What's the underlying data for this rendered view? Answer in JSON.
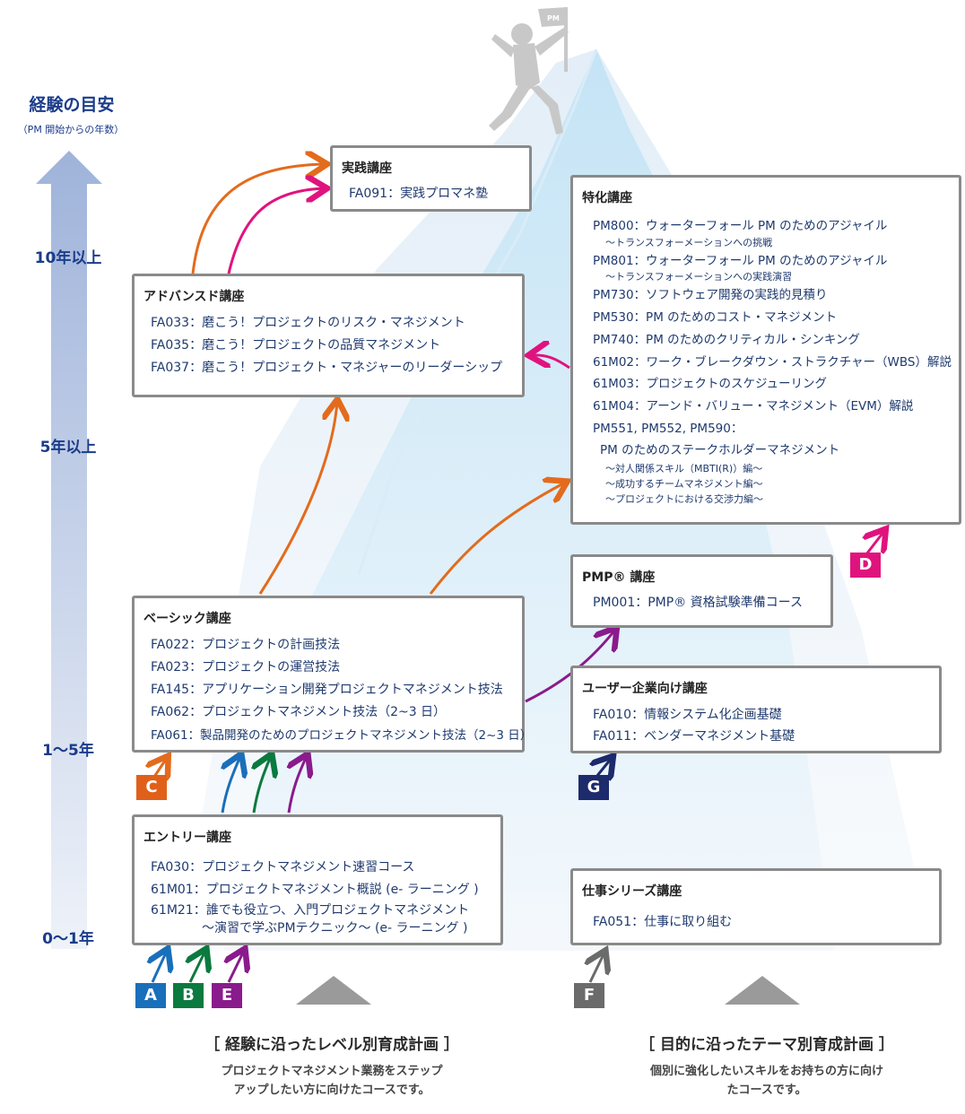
{
  "axis": {
    "title": "経験の目安",
    "subtitle": "（PM 開始からの年数）",
    "levels": [
      "10年以上",
      "5年以上",
      "1～5年",
      "0～1年"
    ]
  },
  "boxes": {
    "jissen": {
      "title": "実践講座",
      "items": [
        "FA091：実践プロマネ塾"
      ]
    },
    "advanced": {
      "title": "アドバンスド講座",
      "items": [
        "FA033：磨こう！プロジェクトのリスク・マネジメント",
        "FA035：磨こう！プロジェクトの品質マネジメント",
        "FA037：磨こう！プロジェクト・マネジャーのリーダーシップ"
      ]
    },
    "tokka": {
      "title": "特化講座",
      "items": [
        "PM800：ウォーターフォール PM のためのアジャイル",
        "～トランスフォーメーションへの挑戦",
        "PM801：ウォーターフォール PM のためのアジャイル",
        "～トランスフォーメーションへの実践演習",
        "PM730：ソフトウェア開発の実践的見積り",
        "PM530：PM のためのコスト・マネジメント",
        "PM740：PM のためのクリティカル・シンキング",
        "61M02：ワーク・ブレークダウン・ストラクチャー（WBS）解説",
        "61M03：プロジェクトのスケジューリング",
        "61M04：アーンド・バリュー・マネジメント（EVM）解説",
        "PM551, PM552, PM590：",
        "PM のためのステークホルダーマネジメント",
        "～対人関係スキル（MBTI(R)）編～",
        "～成功するチームマネジメント編～",
        "～プロジェクトにおける交渉力編～"
      ]
    },
    "pmp": {
      "title": "PMP® 講座",
      "items": [
        "PM001：PMP® 資格試験準備コース"
      ]
    },
    "basic": {
      "title": "ベーシック講座",
      "items": [
        "FA022：プロジェクトの計画技法",
        "FA023：プロジェクトの運営技法",
        "FA145：アプリケーション開発プロジェクトマネジメント技法",
        "FA062：プロジェクトマネジメント技法（2~3 日）",
        "FA061：製品開発のためのプロジェクトマネジメント技法（2~3 日）"
      ]
    },
    "user": {
      "title": "ユーザー企業向け講座",
      "items": [
        "FA010：情報システム化企画基礎",
        "FA011：ベンダーマネジメント基礎"
      ]
    },
    "entry": {
      "title": "エントリー講座",
      "items": [
        "FA030：プロジェクトマネジメント速習コース",
        "61M01：プロジェクトマネジメント概説 (e- ラーニング )",
        "61M21：誰でも役立つ、入門プロジェクトマネジメント",
        "～演習で学ぶPMテクニック～ (e- ラーニング )"
      ]
    },
    "shigoto": {
      "title": "仕事シリーズ講座",
      "items": [
        "FA051：仕事に取り組む"
      ]
    }
  },
  "tags": [
    {
      "label": "A",
      "color": "#1a6fba"
    },
    {
      "label": "B",
      "color": "#0a7a3e"
    },
    {
      "label": "E",
      "color": "#8a1b8c"
    },
    {
      "label": "C",
      "color": "#e0601a"
    },
    {
      "label": "D",
      "color": "#e0137e"
    },
    {
      "label": "F",
      "color": "#6b6b6b"
    },
    {
      "label": "G",
      "color": "#1d2a6b"
    }
  ],
  "plans": {
    "left": {
      "title": "［ 経験に沿ったレベル別育成計画 ］",
      "desc": [
        "プロジェクトマネジメント業務をステップ",
        "アップしたい方に向けたコースです。"
      ]
    },
    "right": {
      "title": "［ 目的に沿ったテーマ別育成計画 ］",
      "desc": [
        "個別に強化したいスキルをお持ちの方に向け",
        "たコースです。"
      ]
    }
  },
  "logo_text": "PM",
  "colors": {
    "orange": "#e36b1c",
    "pink": "#e0137e",
    "purple": "#8a1b8c",
    "blue": "#1a6fba",
    "green": "#0a7a3e",
    "navy": "#1d2a6b",
    "gray": "#6b6b6b"
  }
}
